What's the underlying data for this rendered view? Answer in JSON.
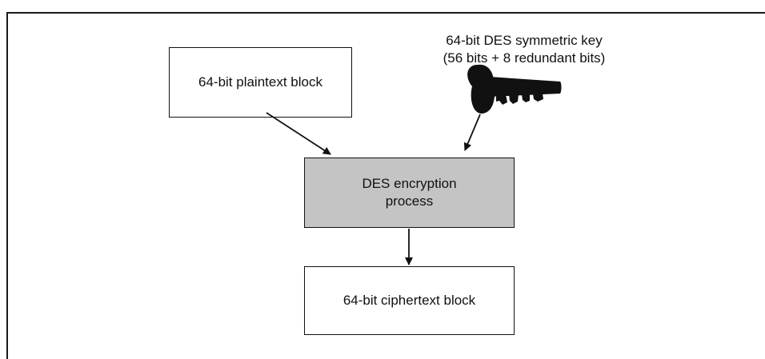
{
  "diagram": {
    "plaintext_label": "64-bit plaintext block",
    "key_label_line1": "64-bit DES symmetric key",
    "key_label_line2": "(56 bits + 8 redundant bits)",
    "process_label_line1": "DES encryption",
    "process_label_line2": "process",
    "ciphertext_label": "64-bit ciphertext block"
  },
  "icons": {
    "key": "key-icon"
  },
  "colors": {
    "process_fill": "#c4c4c4",
    "line": "#111111"
  }
}
